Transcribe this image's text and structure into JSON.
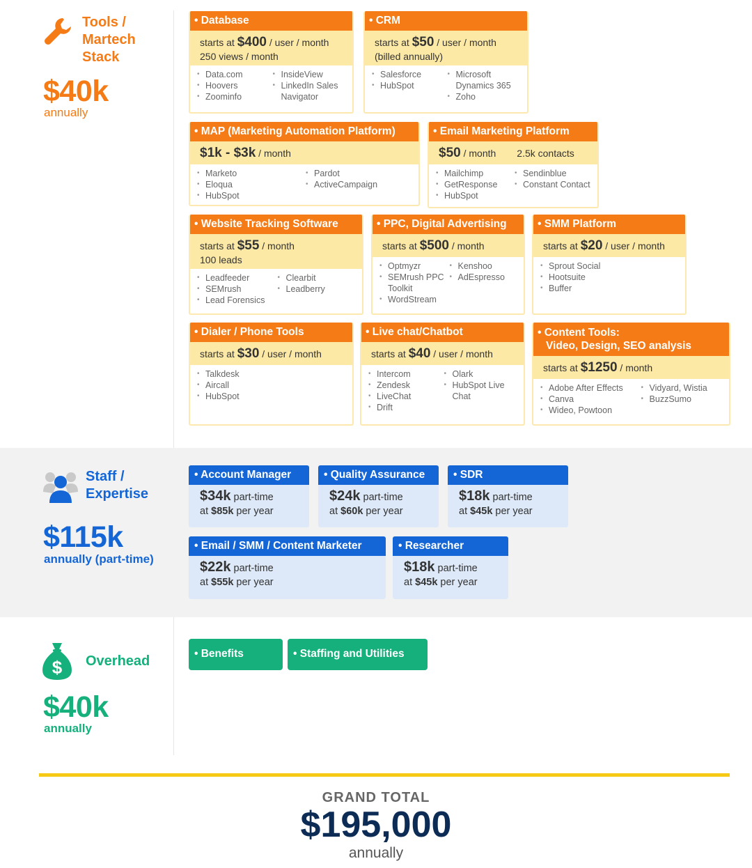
{
  "tools": {
    "title_line1": "Tools /",
    "title_line2": "Martech",
    "title_line3": "Stack",
    "amount": "$40k",
    "sub": "annually",
    "cards": {
      "database": {
        "title": "• Database",
        "price_prefix": "starts at ",
        "price_big": "$400",
        "price_suffix": " / user / month",
        "price_line2": "250 views / month",
        "col1": [
          "Data.com",
          "Hoovers",
          "Zoominfo"
        ],
        "col2": [
          "InsideView",
          "LinkedIn Sales Navigator"
        ]
      },
      "crm": {
        "title": "• CRM",
        "price_prefix": "starts at ",
        "price_big": "$50",
        "price_suffix": " / user / month",
        "price_line2": "(billed annually)",
        "col1": [
          "Salesforce",
          "HubSpot"
        ],
        "col2": [
          "Microsoft Dynamics 365",
          "Zoho"
        ]
      },
      "map": {
        "title": "• MAP (Marketing Automation Platform)",
        "price_big": "$1k - $3k",
        "price_suffix": " / month",
        "col1": [
          "Marketo",
          "Eloqua",
          "HubSpot"
        ],
        "col2": [
          "Pardot",
          "ActiveCampaign"
        ]
      },
      "email": {
        "title": "• Email Marketing Platform",
        "price_big": "$50",
        "price_suffix": " / month",
        "price_extra": "2.5k contacts",
        "col1": [
          "Mailchimp",
          "GetResponse",
          "HubSpot"
        ],
        "col2": [
          "Sendinblue",
          "Constant Contact"
        ]
      },
      "tracking": {
        "title": "• Website Tracking Software",
        "price_prefix": "starts at ",
        "price_big": "$55",
        "price_suffix": " / month",
        "price_line2": "100 leads",
        "col1": [
          "Leadfeeder",
          "SEMrush",
          "Lead Forensics"
        ],
        "col2": [
          "Clearbit",
          "Leadberry"
        ]
      },
      "ppc": {
        "title": "• PPC, Digital Advertising",
        "price_prefix": "starts at ",
        "price_big": "$500",
        "price_suffix": " / month",
        "col1": [
          "Optmyzr",
          "SEMrush PPC Toolkit",
          "WordStream"
        ],
        "col2": [
          "Kenshoo",
          "AdEspresso"
        ]
      },
      "smm": {
        "title": "• SMM Platform",
        "price_prefix": "starts at ",
        "price_big": "$20",
        "price_suffix": " / user / month",
        "col1": [
          "Sprout Social",
          "Hootsuite",
          "Buffer"
        ]
      },
      "dialer": {
        "title": "• Dialer / Phone Tools",
        "price_prefix": "starts at ",
        "price_big": "$30",
        "price_suffix": " / user / month",
        "col1": [
          "Talkdesk",
          "Aircall",
          "HubSpot"
        ]
      },
      "chat": {
        "title": "• Live chat/Chatbot",
        "price_prefix": "starts at ",
        "price_big": "$40",
        "price_suffix": " / user / month",
        "col1": [
          "Intercom",
          "Zendesk",
          "LiveChat",
          "Drift"
        ],
        "col2": [
          "Olark",
          "HubSpot Live Chat"
        ]
      },
      "content": {
        "title_line1": "• Content Tools:",
        "title_line2": "Video, Design, SEO analysis",
        "price_prefix": "starts at ",
        "price_big": "$1250",
        "price_suffix": " / month",
        "col1": [
          "Adobe After Effects",
          "Canva",
          "Wideo, Powtoon"
        ],
        "col2": [
          "Vidyard, Wistia",
          "BuzzSumo"
        ]
      }
    }
  },
  "staff": {
    "title_line1": "Staff /",
    "title_line2": "Expertise",
    "amount": "$115k",
    "sub": "annually (part-time)",
    "cards": [
      {
        "title": "• Account Manager",
        "amount": "$34k",
        "unit": " part-time",
        "at": "at ",
        "salary": "$85k",
        "per": " per year"
      },
      {
        "title": "• Quality Assurance",
        "amount": "$24k",
        "unit": " part-time",
        "at": "at ",
        "salary": "$60k",
        "per": " per year"
      },
      {
        "title": "• SDR",
        "amount": "$18k",
        "unit": " part-time",
        "at": "at ",
        "salary": "$45k",
        "per": " per year"
      },
      {
        "title": "• Email / SMM / Content Marketer",
        "amount": "$22k",
        "unit": " part-time",
        "at": "at ",
        "salary": "$55k",
        "per": " per year"
      },
      {
        "title": "• Researcher",
        "amount": "$18k",
        "unit": " part-time",
        "at": "at ",
        "salary": "$45k",
        "per": " per year"
      }
    ]
  },
  "overhead": {
    "title": "Overhead",
    "amount": "$40k",
    "sub": "annually",
    "cards": [
      "• Benefits",
      "• Staffing and Utilities"
    ]
  },
  "grand_total": {
    "label": "GRAND TOTAL",
    "amount": "$195,000",
    "sub": "annually"
  },
  "colors": {
    "orange": "#f47b16",
    "orange_light": "#fde9a6",
    "blue": "#1466d6",
    "blue_light": "#dde9f8",
    "green": "#16b07c",
    "navy": "#0c2c55",
    "yellow_bar": "#f6c915"
  },
  "icons": {
    "tools": "wrench-icon",
    "staff": "person-group-icon",
    "overhead": "money-bag-icon"
  }
}
